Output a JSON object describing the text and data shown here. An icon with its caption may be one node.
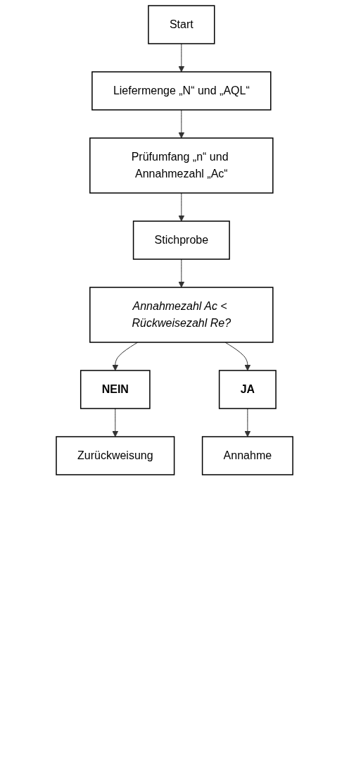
{
  "diagram": {
    "nodes": [
      {
        "text": [
          "Start"
        ]
      },
      {
        "text": [
          "Liefermenge „N“ und „AQL“"
        ]
      },
      {
        "text": [
          "Prüfumfang „n“ und Annahmezahl „Ac“"
        ]
      },
      {
        "text": [
          "Stichprobe"
        ]
      },
      {
        "text": [
          "Annahmezahl Ac < Rückweisezahl Re?"
        ]
      },
      {
        "text": [
          "NEIN"
        ]
      },
      {
        "text": [
          "JA"
        ]
      },
      {
        "text": [
          "Zurückweisung"
        ]
      },
      {
        "text": [
          "Annahme"
        ]
      }
    ],
    "edges": [
      {
        "from": 0,
        "to": 1,
        "arrow": "to"
      },
      {
        "from": 1,
        "to": 2,
        "arrow": "to"
      },
      {
        "from": 2,
        "to": 3,
        "arrow": "to"
      },
      {
        "from": 3,
        "to": 4,
        "arrow": "to"
      },
      {
        "from": 4,
        "to": 5,
        "arrow": "to"
      },
      {
        "from": 4,
        "to": 6,
        "arrow": "to"
      },
      {
        "from": 5,
        "to": 7,
        "arrow": "to"
      },
      {
        "from": 6,
        "to": 8,
        "arrow": "to"
      }
    ]
  }
}
